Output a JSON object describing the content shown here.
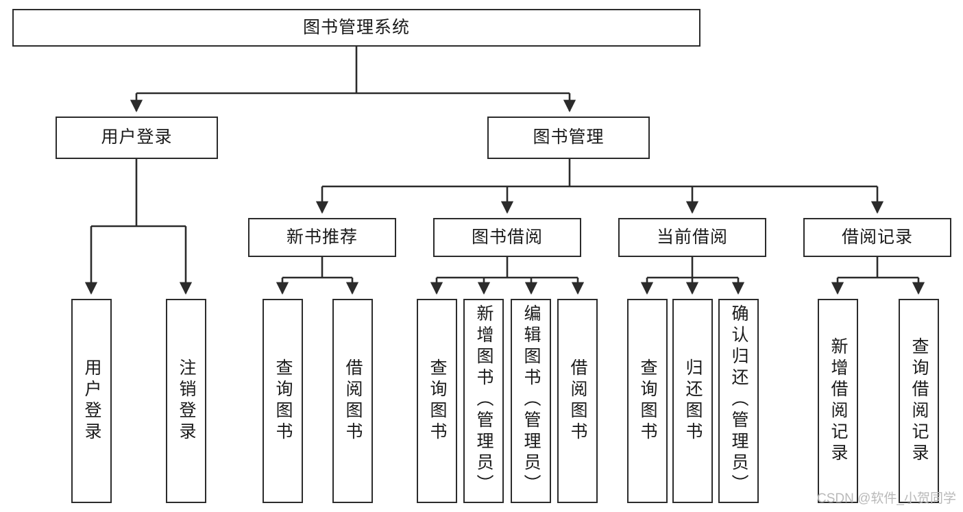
{
  "diagram": {
    "type": "tree-hierarchy-flowchart",
    "title": "图书管理系统",
    "orientation": "top-down",
    "colors": {
      "box_border": "#2b2b2b",
      "box_fill": "#ffffff",
      "connector": "#2b2b2b",
      "text": "#1a1a1a",
      "watermark": "#b9b9b9",
      "background": "#ffffff"
    },
    "nodes": {
      "root": {
        "label": "图书管理系统"
      },
      "level2": [
        {
          "id": "user-login",
          "label": "用户登录"
        },
        {
          "id": "book-management",
          "label": "图书管理"
        }
      ],
      "level3": [
        {
          "id": "new-book-recommend",
          "label": "新书推荐"
        },
        {
          "id": "book-borrow",
          "label": "图书借阅"
        },
        {
          "id": "current-borrow",
          "label": "当前借阅"
        },
        {
          "id": "borrow-record",
          "label": "借阅记录"
        }
      ],
      "leaves": [
        {
          "id": "leaf-user-login",
          "label": "用户登录",
          "parent": "user-login"
        },
        {
          "id": "leaf-logout-login",
          "label": "注销登录",
          "parent": "user-login"
        },
        {
          "id": "leaf-query-book-1",
          "label": "查询图书",
          "parent": "new-book-recommend"
        },
        {
          "id": "leaf-borrow-book-1",
          "label": "借阅图书",
          "parent": "new-book-recommend"
        },
        {
          "id": "leaf-query-book-2",
          "label": "查询图书",
          "parent": "book-borrow"
        },
        {
          "id": "leaf-add-book-admin",
          "label": "新增图书（管理员）",
          "parent": "book-borrow"
        },
        {
          "id": "leaf-edit-book-admin",
          "label": "编辑图书（管理员）",
          "parent": "book-borrow"
        },
        {
          "id": "leaf-borrow-book-2",
          "label": "借阅图书",
          "parent": "book-borrow"
        },
        {
          "id": "leaf-query-book-3",
          "label": "查询图书",
          "parent": "current-borrow"
        },
        {
          "id": "leaf-return-book",
          "label": "归还图书",
          "parent": "current-borrow"
        },
        {
          "id": "leaf-confirm-return-admin",
          "label": "确认归还（管理员）",
          "parent": "current-borrow"
        },
        {
          "id": "leaf-add-borrow-record",
          "label": "新增借阅记录",
          "parent": "borrow-record"
        },
        {
          "id": "leaf-query-borrow-record",
          "label": "查询借阅记录",
          "parent": "borrow-record"
        }
      ]
    },
    "watermark": "CSDN @软件_小贺同学"
  }
}
